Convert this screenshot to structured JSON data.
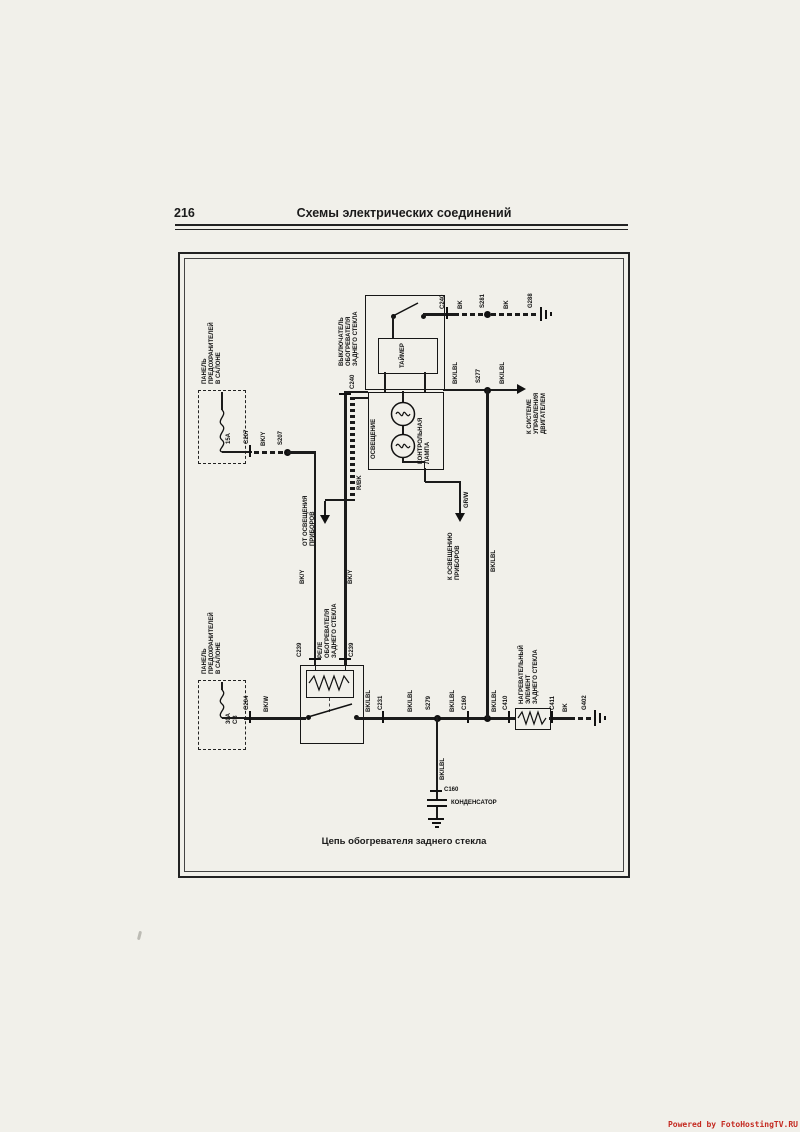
{
  "page": {
    "number": "216",
    "header": "Схемы электрических соединений",
    "caption": "Цепь обогревателя заднего стекла",
    "watermark": "Powered by FotoHostingTV.RU"
  },
  "colors": {
    "ink": "#1b1b1b",
    "paper": "#f1f0ea",
    "watermark_red": "#c42a21"
  },
  "components": {
    "defogger_switch": "ВЫКЛЮЧАТЕЛЬ\nОБОГРЕВАТЕЛЯ\nЗАДНЕГО СТЕКЛА",
    "timer": "ТАЙМЕР",
    "indicator_lamp": "КОНТРОЛЬНАЯ\nЛАМПА",
    "illumination_lamp": "ОСВЕЩЕНИЕ",
    "fuse_panel": "ПАНЕЛЬ\nПРЕДОХРАНИТЕЛЕЙ\nВ САЛОНЕ",
    "fuse_15a": "15A",
    "breaker_30a": "30A\nCB",
    "defogger_relay": "РЕЛЕ\nОБОГРЕВАТЕЛЯ\nЗАДНЕГО СТЕКЛА",
    "heater_element": "НАГРЕВАТЕЛЬНЫЙ\nЭЛЕМЕНТ\nЗАДНЕГО СТЕКЛА",
    "capacitor": "КОНДЕНСАТОР",
    "to_engine_management": "К СИСТЕМЕ\nУПРАВЛЕНИЯ\nДВИГАТЕЛЕМ",
    "to_instrument_lighting": "К ОСВЕЩЕНИЮ\nПРИБОРОВ",
    "from_instrument_lighting": "ОТ ОСВЕЩЕНИЯ\nПРИБОРОВ"
  },
  "connectors": {
    "c240": "C240",
    "c207": "C207",
    "c204": "C204",
    "c239": "C239",
    "c231": "C231",
    "c160": "C160",
    "c410": "C410",
    "c411": "C411",
    "s207": "S207",
    "s277": "S277",
    "s279": "S279",
    "s281": "S281",
    "g288": "G288",
    "g402": "G402"
  },
  "wire_codes": {
    "bk": "BK",
    "bk_y": "BK/Y",
    "bk_w": "BK/W",
    "bk_lbl": "BK/LBL",
    "r_bk": "R/BK",
    "gr_w": "GR/W"
  }
}
